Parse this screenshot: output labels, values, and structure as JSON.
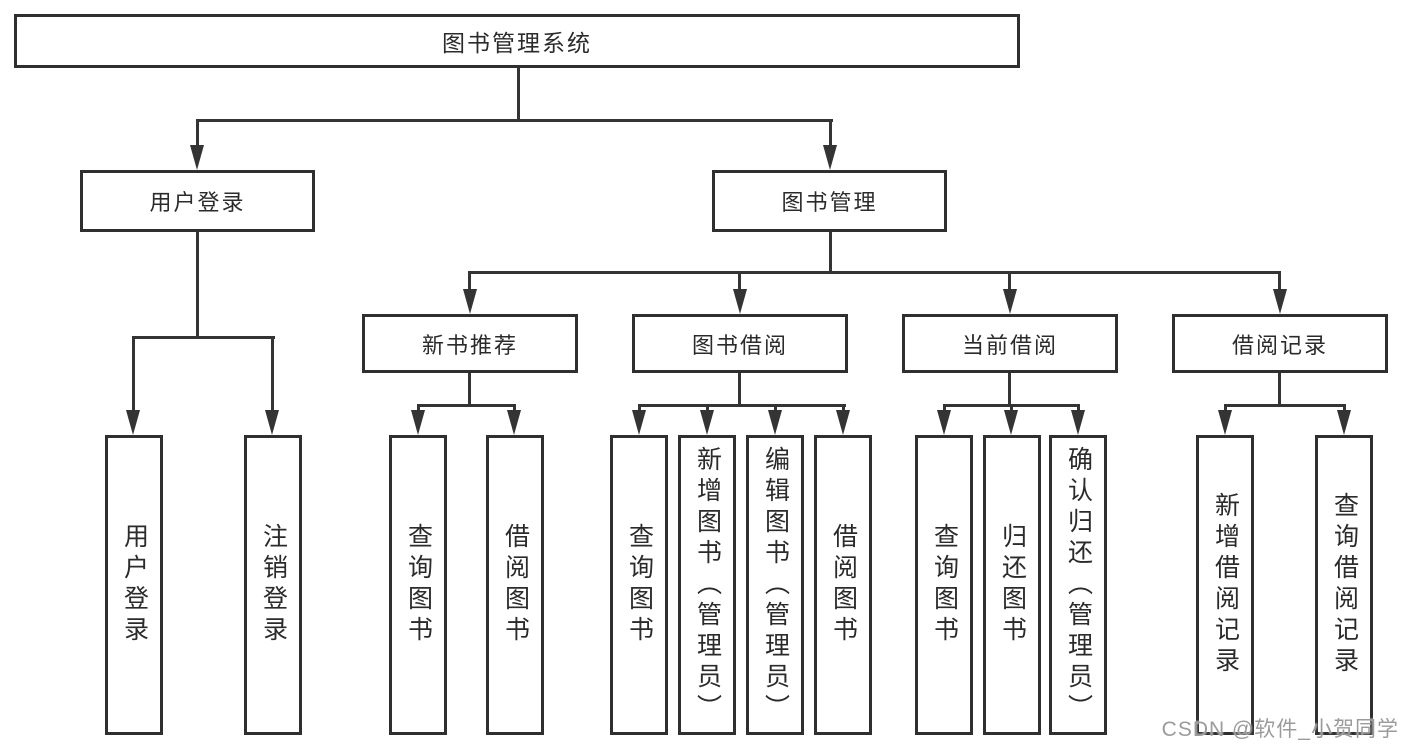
{
  "diagram": {
    "title": "图书管理系统",
    "colors": {
      "background": "#ffffff",
      "box_fill": "#ffffff",
      "border": "#2f2f2f",
      "line": "#343434",
      "text": "#2b2b2b",
      "watermark": "#9b9b9b"
    },
    "root": {
      "label": "图书管理系统"
    },
    "branches": [
      {
        "label": "用户登录",
        "children": [
          {
            "label": "用户登录"
          },
          {
            "label": "注销登录"
          }
        ]
      },
      {
        "label": "图书管理",
        "children": [
          {
            "label": "新书推荐",
            "children": [
              {
                "label": "查询图书"
              },
              {
                "label": "借阅图书"
              }
            ]
          },
          {
            "label": "图书借阅",
            "children": [
              {
                "label": "查询图书"
              },
              {
                "label": "新增图书（管理员）"
              },
              {
                "label": "编辑图书（管理员）"
              },
              {
                "label": "借阅图书"
              }
            ]
          },
          {
            "label": "当前借阅",
            "children": [
              {
                "label": "查询图书"
              },
              {
                "label": "归还图书"
              },
              {
                "label": "确认归还（管理员）"
              }
            ]
          },
          {
            "label": "借阅记录",
            "children": [
              {
                "label": "新增借阅记录"
              },
              {
                "label": "查询借阅记录"
              }
            ]
          }
        ]
      }
    ],
    "watermark": {
      "text": "CSDN @软件_小贺同学"
    }
  }
}
